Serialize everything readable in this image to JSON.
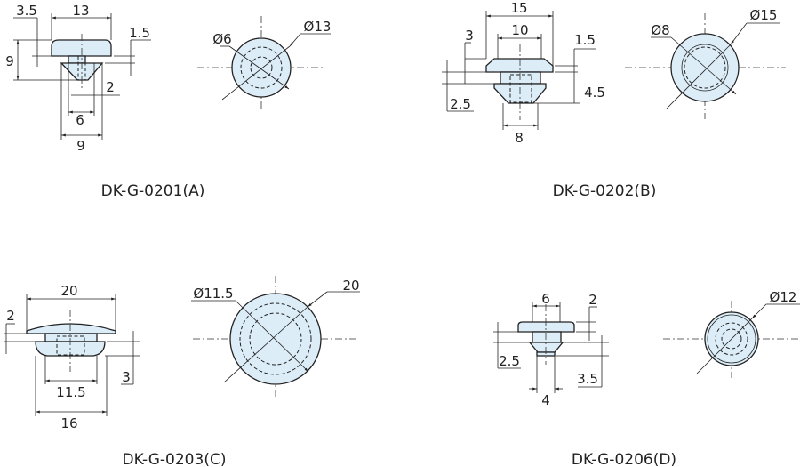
{
  "colors": {
    "part_fill": "#dcedf8",
    "line": "#222222"
  },
  "parts": [
    {
      "label": "DK-G-0201(A)",
      "side_dims": {
        "total_width": "13",
        "cap_height": "3.5",
        "gap": "1.5",
        "height": "9",
        "hole": "2",
        "stem": "6",
        "cone": "9"
      },
      "top_dims": {
        "inner": "Ø6",
        "outer": "Ø13"
      }
    },
    {
      "label": "DK-G-0202(B)",
      "side_dims": {
        "total_width": "15",
        "top_width": "10",
        "cap_height": "3",
        "gap": "1.5",
        "stem_height": "2.5",
        "lower_height": "4.5",
        "stem": "8"
      },
      "top_dims": {
        "inner": "Ø8",
        "outer": "Ø15"
      }
    },
    {
      "label": "DK-G-0203(C)",
      "side_dims": {
        "total_width": "20",
        "cap_height": "2",
        "lower_height": "3",
        "stem": "11.5",
        "lower_width": "16"
      },
      "top_dims": {
        "inner": "Ø11.5",
        "outer": "20"
      }
    },
    {
      "label": "DK-G-0206(D)",
      "side_dims": {
        "top_width": "6",
        "cap_height": "2",
        "stem_height": "2.5",
        "lower_height": "3.5",
        "tip": "4"
      },
      "top_dims": {
        "outer": "Ø12"
      }
    }
  ]
}
